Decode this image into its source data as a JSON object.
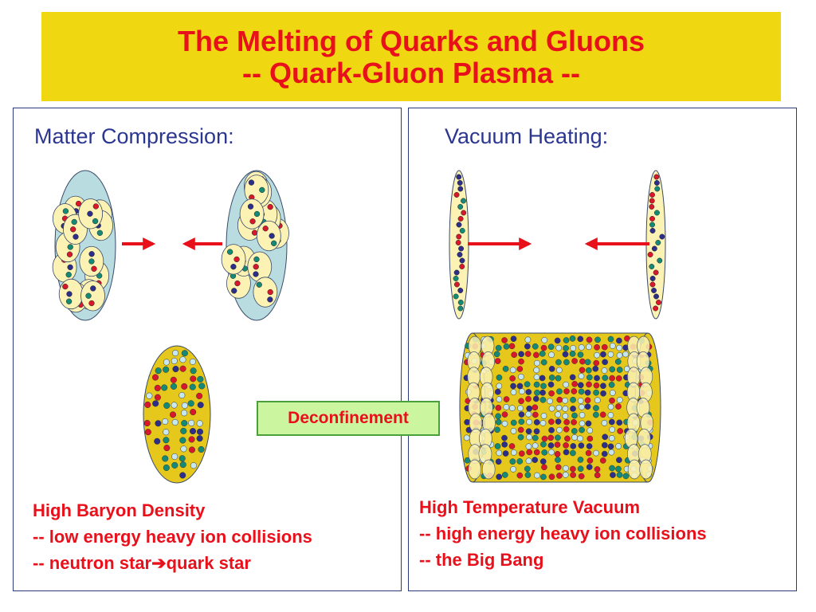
{
  "slide": {
    "title_line_1": "The Melting of Quarks and Gluons",
    "title_line_2": "-- Quark-Gluon Plasma --"
  },
  "left_panel": {
    "heading": "Matter Compression:",
    "caption": {
      "line_1": "High Baryon Density",
      "line_2": "-- low energy heavy ion collisions",
      "line_3_prefix": "-- neutron star",
      "line_3_suffix": "quark star"
    }
  },
  "right_panel": {
    "heading": "Vacuum Heating:",
    "caption": {
      "line_1": "High Temperature Vacuum",
      "line_2": "-- high energy heavy ion collisions",
      "line_3": "-- the Big Bang"
    }
  },
  "center_badge": {
    "label": "Deconfinement"
  },
  "colors": {
    "title_background": "#efd812",
    "title_text": "#e8101b",
    "heading_text": "#2b3691",
    "caption_text": "#e8101b",
    "nucleus_fill": "#b8dce0",
    "nucleon_fill": "#fbf2b4",
    "plasma_fill": "#e6c81c",
    "quark_red": "#d8172a",
    "quark_blue": "#2c2e8a",
    "quark_teal": "#148a76",
    "quark_light": "#c6e6f0",
    "arrow": "#e8101b",
    "badge_background": "#ccf5a0",
    "badge_border": "#4aa03a"
  }
}
